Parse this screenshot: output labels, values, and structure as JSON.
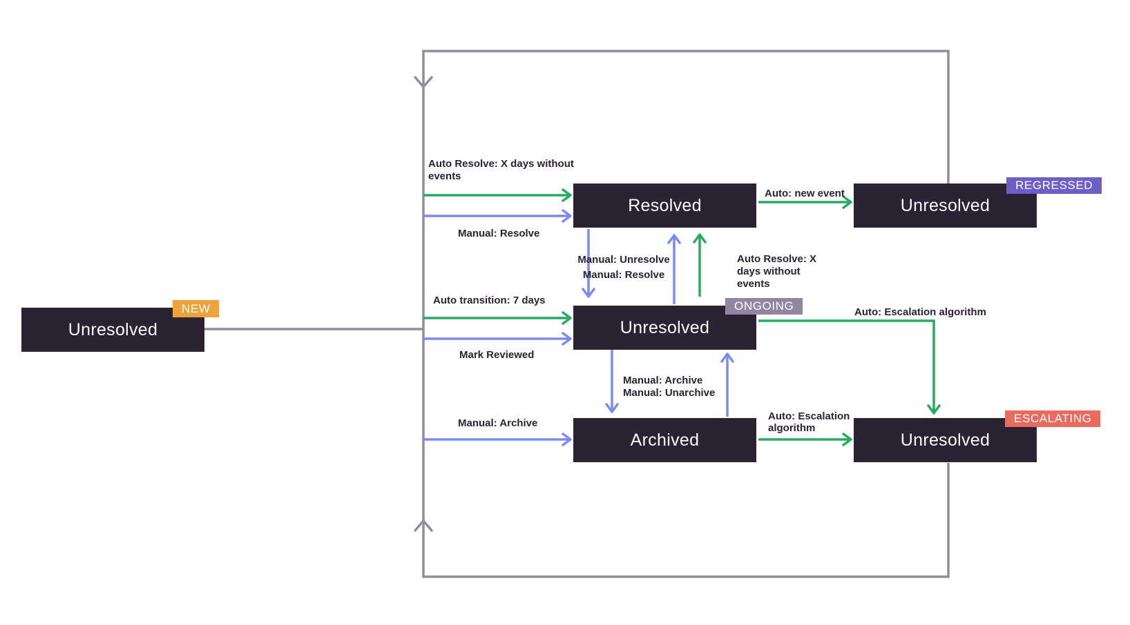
{
  "diagram": {
    "states": {
      "new": {
        "label": "Unresolved",
        "badge": "NEW"
      },
      "resolved": {
        "label": "Resolved"
      },
      "ongoing": {
        "label": "Unresolved",
        "badge": "ONGOING"
      },
      "archived": {
        "label": "Archived"
      },
      "regressed": {
        "label": "Unresolved",
        "badge": "REGRESSED"
      },
      "escalating": {
        "label": "Unresolved",
        "badge": "ESCALATING"
      }
    },
    "labels": {
      "auto_resolve_left": [
        "Auto Resolve: X days without",
        "events"
      ],
      "manual_resolve_left": "Manual: Resolve",
      "auto_transition": "Auto transition: 7 days",
      "mark_reviewed": "Mark Reviewed",
      "manual_archive_left": "Manual: Archive",
      "resolve_unresolve": [
        "Manual: Unresolve",
        "Manual: Resolve"
      ],
      "auto_resolve_up": [
        "Auto Resolve: X",
        "days without",
        "events"
      ],
      "archive_unarchive": [
        "Manual: Archive",
        "Manual: Unarchive"
      ],
      "auto_new_event": "Auto: new event",
      "auto_escalation_ongoing": "Auto: Escalation algorithm",
      "auto_escalation_archived": [
        "Auto: Escalation",
        "algorithm"
      ]
    },
    "colors": {
      "green": "#26AB61",
      "blue": "#7A8CF2",
      "rail": "#928CA1",
      "box-bg": "#2B2233",
      "box-text": "#FBFAFC",
      "label": "#2B2233",
      "badge-new": "#EDA33C",
      "badge-ongoing": "#9185A0",
      "badge-regressed": "#6C5FC7",
      "badge-escalating": "#E96A5F",
      "background": "#FFFFFF"
    }
  }
}
